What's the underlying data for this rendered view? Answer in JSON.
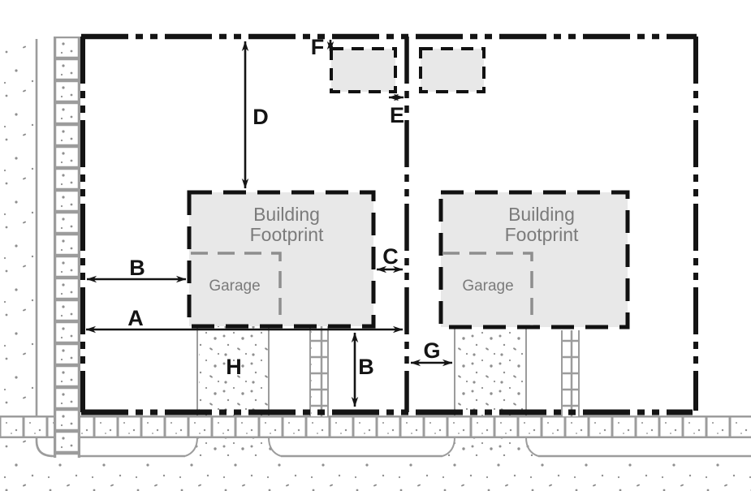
{
  "dimension_labels": {
    "a": "A",
    "b_side": "B",
    "b_front": "B",
    "c": "C",
    "d": "D",
    "e": "E",
    "f": "F",
    "g": "G",
    "h": "H"
  },
  "left_lot": {
    "building_line1": "Building",
    "building_line2": "Footprint",
    "garage": "Garage"
  },
  "right_lot": {
    "building_line1": "Building",
    "building_line2": "Footprint",
    "garage": "Garage"
  },
  "colors": {
    "boundary_black": "#141414",
    "building_outline": "#111111",
    "building_fill": "#e8e8e8",
    "garage_outline": "#8e8e8e",
    "label_gray": "#7b7b7b",
    "site_gray": "#9c9c9c",
    "stipple_gray": "#8f8f8f"
  }
}
